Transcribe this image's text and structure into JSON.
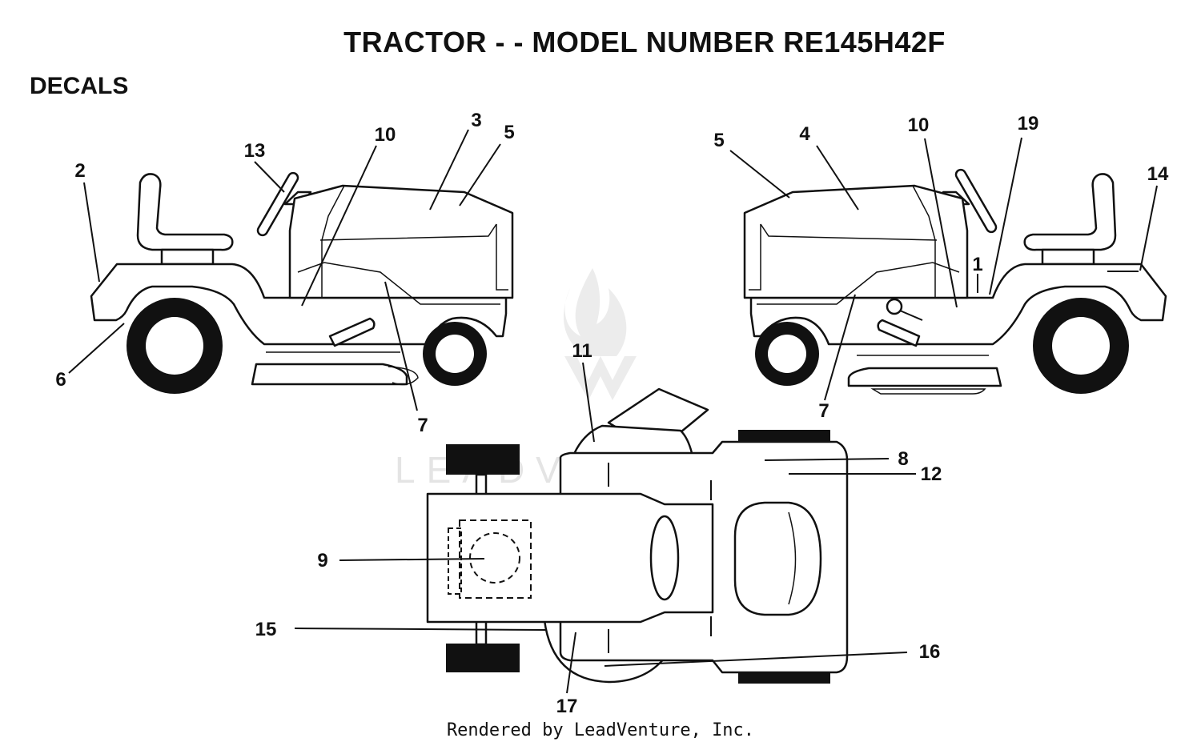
{
  "title": "TRACTOR - - MODEL NUMBER RE145H42F",
  "section": "DECALS",
  "footer": "Rendered by LeadVenture, Inc.",
  "watermark": "LEADVENTURE",
  "callouts": {
    "left_2": "2",
    "left_13": "13",
    "left_10": "10",
    "left_3": "3",
    "left_5": "5",
    "left_6": "6",
    "left_7": "7",
    "right_5": "5",
    "right_4": "4",
    "right_10": "10",
    "right_19": "19",
    "right_14": "14",
    "right_1": "1",
    "right_7": "7",
    "top_11": "11",
    "top_8": "8",
    "top_12": "12",
    "top_9": "9",
    "top_15": "15",
    "top_16": "16",
    "top_17": "17"
  }
}
